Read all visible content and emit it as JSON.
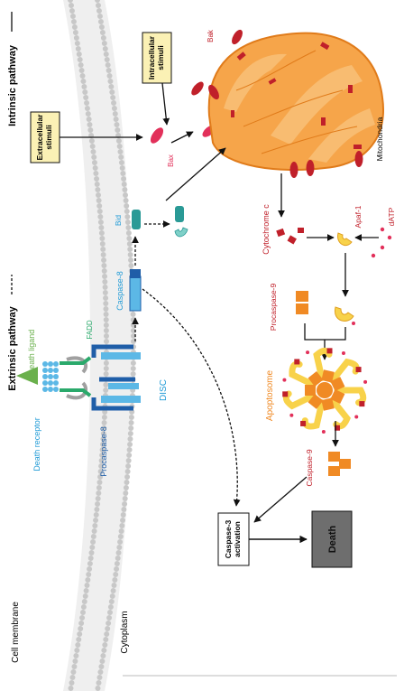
{
  "pathways": {
    "intrinsic": "Intrinsic pathway",
    "extrinsic": "Extrinsic pathway"
  },
  "stimuli": {
    "extracellular": [
      "Extracellular",
      "stimuli"
    ],
    "intracellular": [
      "Intracellular",
      "stimuli"
    ]
  },
  "labels": {
    "cell_membrane": "Cell membrane",
    "cytoplasm": "Cytoplasm",
    "death_ligand": "Death ligand",
    "death_receptor": "Death receptor",
    "fadd": "FADD",
    "procaspase8": "Procaspase-8",
    "disc": "DISC",
    "caspase8": "Caspase-8",
    "bid": "Bid",
    "bax": "Bax",
    "bak": "Bak",
    "mitochondria": "Mitochondria",
    "cytochrome_c": "Cytochrome c",
    "apaf1": "Apaf-1",
    "datp": "dATP",
    "procaspase9": "Procaspase-9",
    "apoptosome": "Apoptosome",
    "caspase9": "Caspase-9",
    "caspase3": [
      "Caspase-3",
      "activation"
    ],
    "death": "Death"
  },
  "colors": {
    "membrane_bead": "#c8c8c8",
    "membrane_bg": "#e8e8e8",
    "mito_fill": "#f6a54a",
    "mito_inner": "#f9c27a",
    "mito_stroke": "#e07b1a",
    "red_protein": "#c0202a",
    "bax_pink": "#e2305a",
    "teal": "#2a9a96",
    "blue": "#1f5ea8",
    "light_blue": "#5cb8e6",
    "green": "#6ab04c",
    "orange": "#f08a24",
    "yellow": "#f8d24a",
    "stim_box": "#fbf1b5",
    "death_box": "#6e6e6e"
  }
}
